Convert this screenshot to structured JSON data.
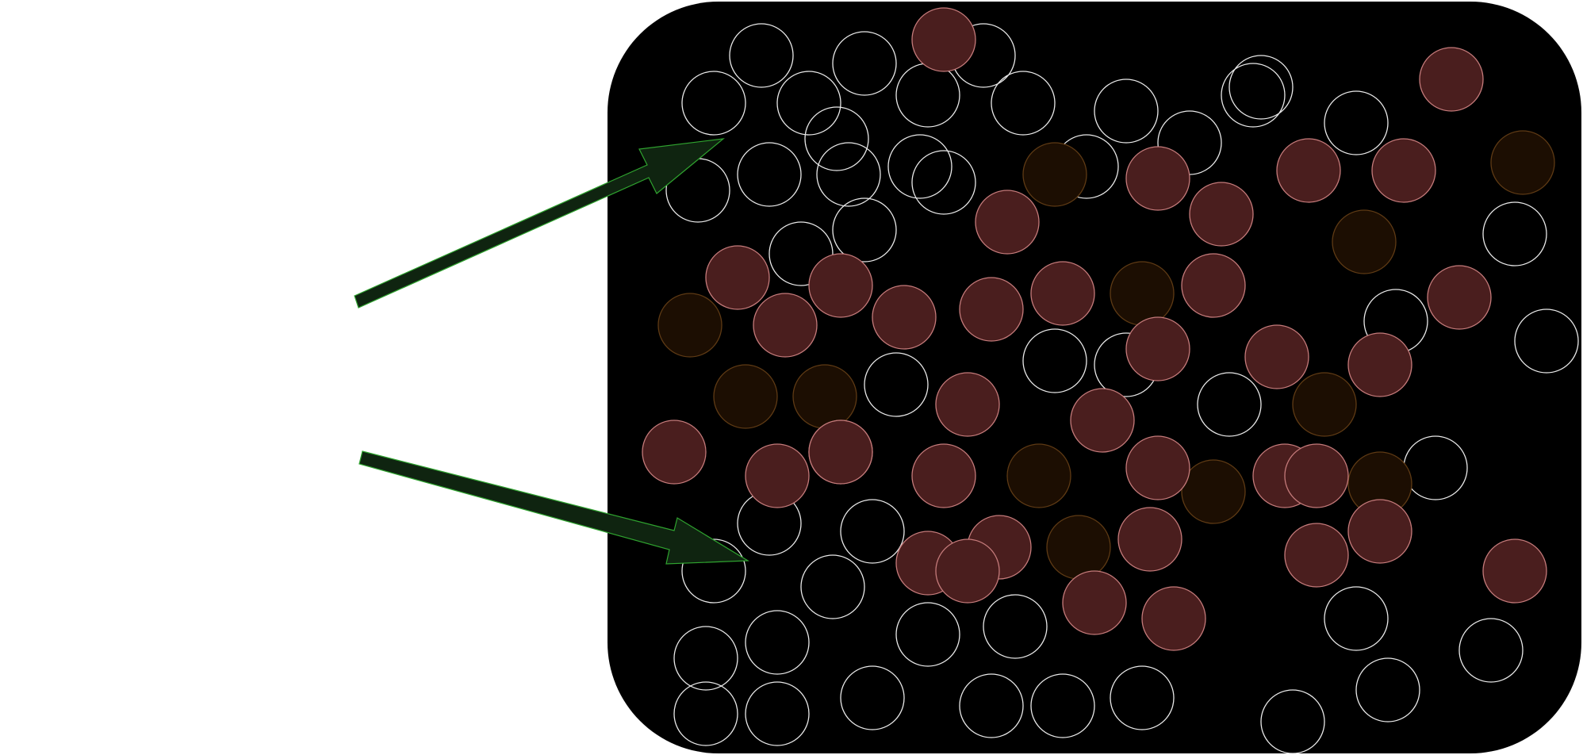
{
  "colors": {
    "background": "#ffffff",
    "panel_fill": "#000000",
    "empty_particle_stroke": "#e8e8e8",
    "red_particle_fill": "#4a1e1e",
    "red_particle_stroke": "#c47a7a",
    "brown_particle_fill": "#1c0e02",
    "brown_particle_stroke": "#5e3a14",
    "arrow_fill": "#0f2410",
    "arrow_stroke": "#2fa32f"
  },
  "icons": {
    "upper_arrow": "arrow-icon",
    "lower_arrow": "arrow-icon"
  },
  "particles": {
    "empty_count": 47,
    "red_count": 37,
    "brown_count": 12
  }
}
